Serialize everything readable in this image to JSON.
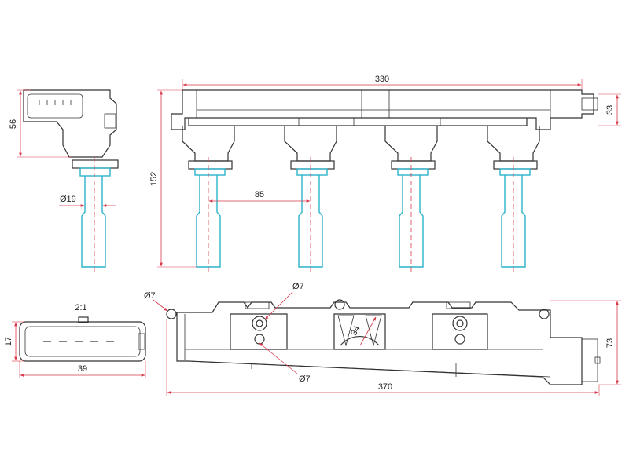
{
  "dimensions": {
    "length_top": "330",
    "height_top": "33",
    "height_coil": "152",
    "pitch": "85",
    "side_height": "56",
    "boot_diameter": "Ø19",
    "hole_top_left": "Ø7",
    "hole_mid": "Ø7",
    "hole_bottom": "Ø7",
    "center_radius": "34",
    "bottom_height": "73",
    "bottom_length": "370",
    "connector_scale": "2:1",
    "connector_height": "17",
    "connector_width": "39"
  },
  "colors": {
    "dimension": "#d9394a",
    "boot": "#2ab3c9",
    "outline": "#333333"
  }
}
